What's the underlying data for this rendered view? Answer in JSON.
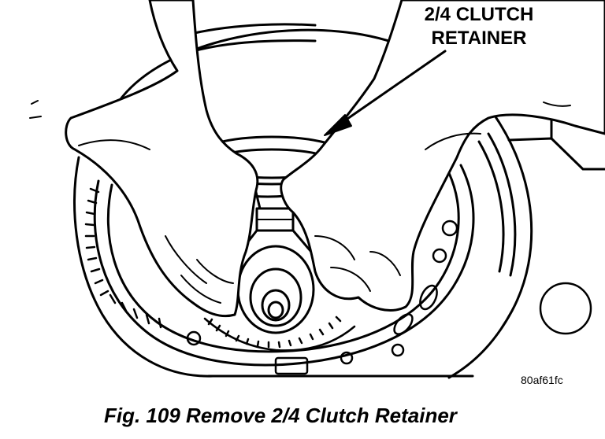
{
  "callout": {
    "line1": "2/4 CLUTCH",
    "line2": "RETAINER"
  },
  "figure_code": "80af61fc",
  "caption": "Fig. 109 Remove 2/4 Clutch Retainer"
}
